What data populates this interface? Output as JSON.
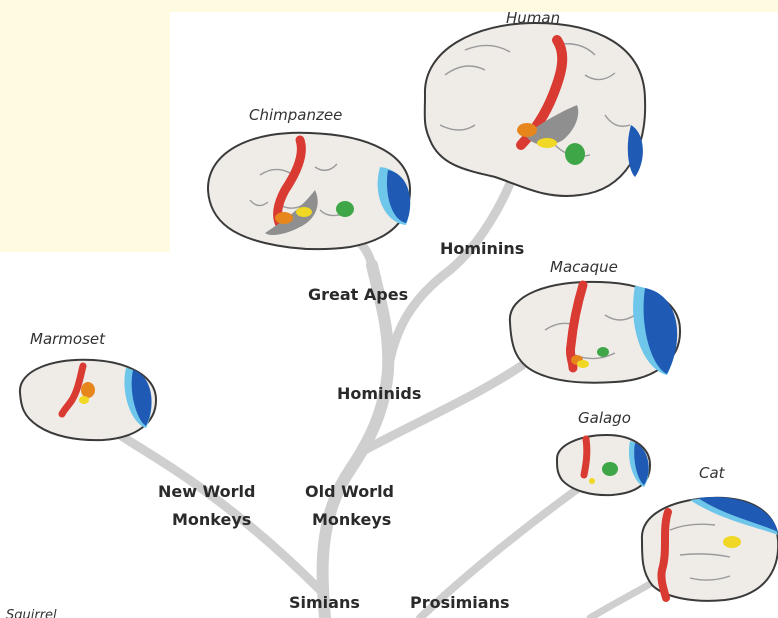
{
  "species": {
    "human": "Human",
    "chimpanzee": "Chimpanzee",
    "macaque": "Macaque",
    "marmoset": "Marmoset",
    "galago": "Galago",
    "cat": "Cat",
    "squirrel": "Squirrel"
  },
  "clades": {
    "hominins": "Hominins",
    "great_apes": "Great Apes",
    "hominids": "Hominids",
    "new_world_line1": "New World",
    "new_world_line2": "Monkeys",
    "old_world_line1": "Old World",
    "old_world_line2": "Monkeys",
    "simians": "Simians",
    "prosimians": "Prosimians"
  },
  "colors": {
    "background_band": "#fffbe0",
    "branch": "#cccccc",
    "brain_fill": "#efece8",
    "brain_outline": "#3a3a3a",
    "motor_strip": "#d93a32",
    "auditory_core": "#e8861e",
    "auditory_belt": "#f0d824",
    "temporal_region": "#8f8f8f",
    "green_region": "#3ea646",
    "visual_cortex_dark": "#1f5bb5",
    "visual_cortex_light": "#6ec6ea"
  }
}
